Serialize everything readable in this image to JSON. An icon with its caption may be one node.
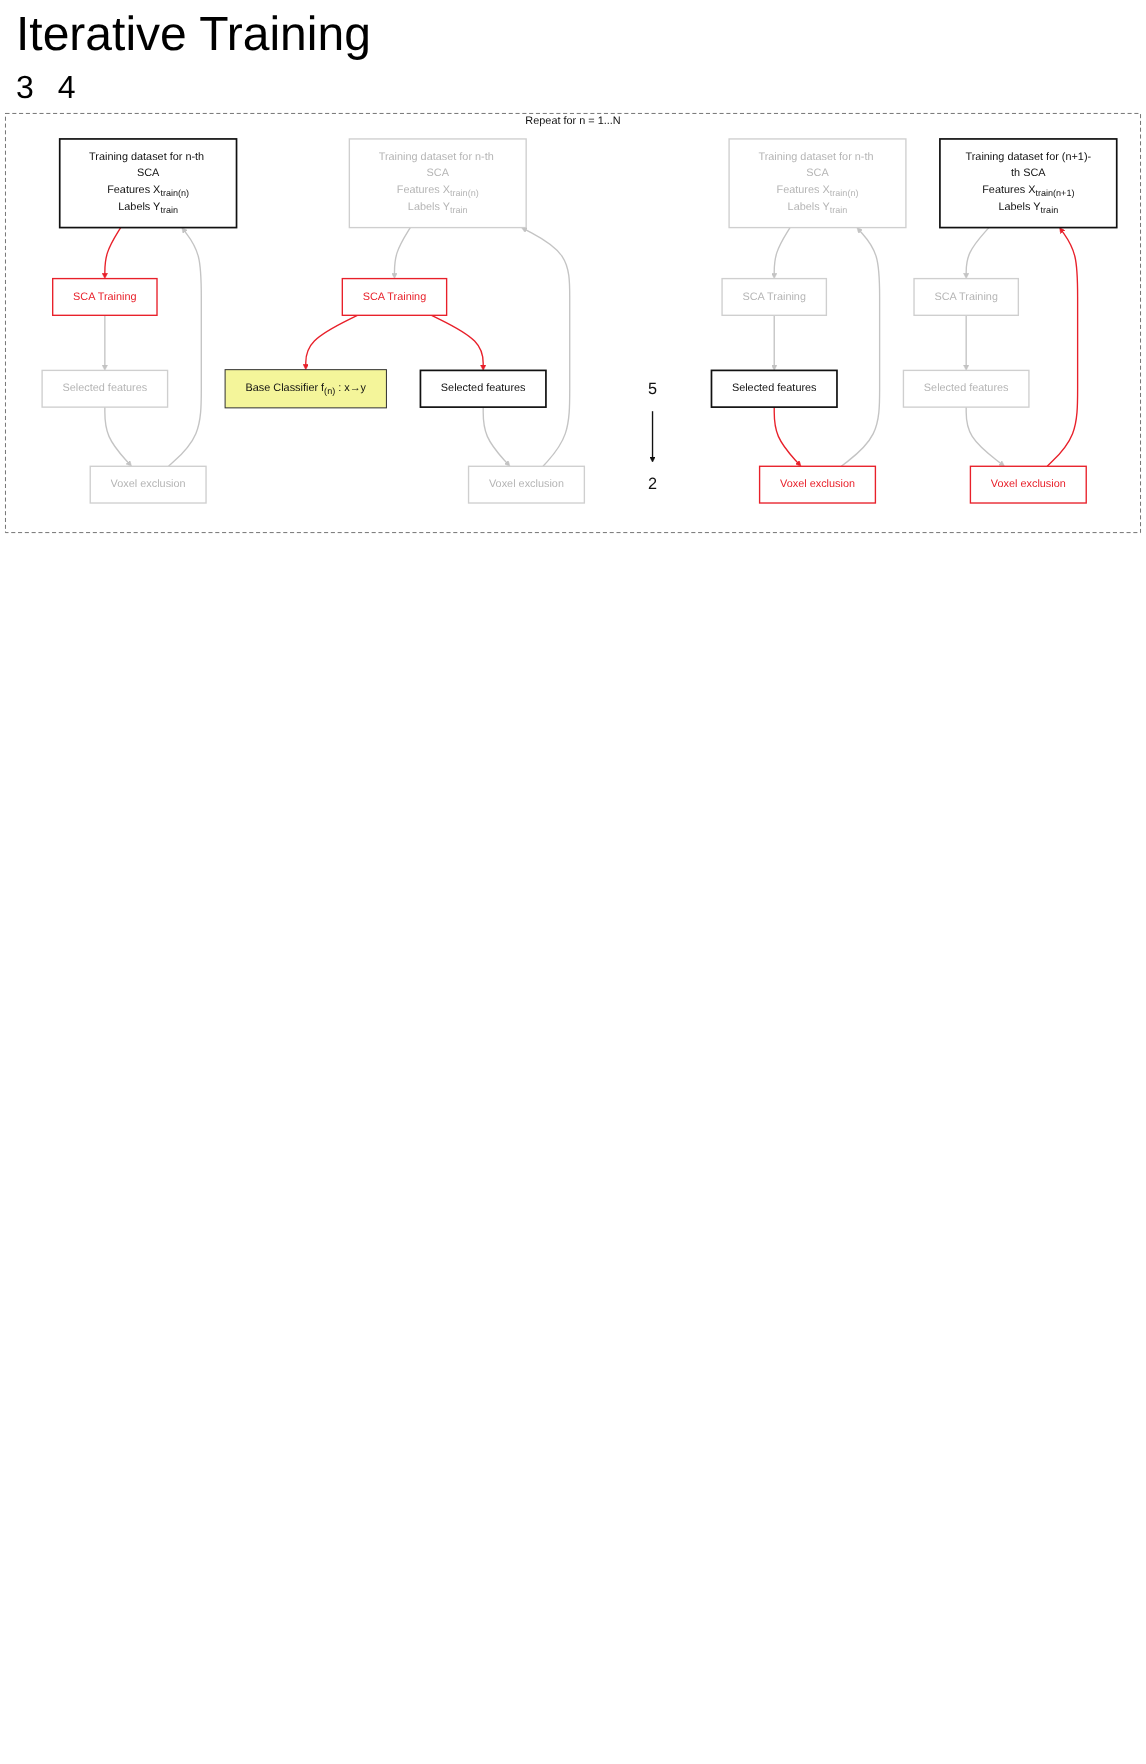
{
  "diagram": {
    "title": "Iterative Training",
    "nodes": [
      {
        "text": [
          "Repeat for n = 1...N"
        ]
      },
      {
        "text": [
          "2"
        ],
        "in": 0
      },
      {
        "text": [
          "Training dataset for n-th SCA",
          "Features X$_{train(n)}$",
          "Labels Y$_{train}$"
        ],
        "in": 0
      },
      {
        "text": [
          "SCA Training"
        ],
        "in": 0
      },
      {
        "text": [
          "Selected features"
        ],
        "in": 0
      },
      {
        "text": [
          "Voxel exclusion"
        ],
        "in": 0
      },
      {
        "text": [
          "Training dataset for n-th SCA",
          "Features X$_{train(n)}$",
          "Labels Y$_{train}$"
        ],
        "in": 0
      },
      {
        "text": [
          "Base Classifier f$_{(n)}$ : x→y"
        ],
        "in": 0
      },
      {
        "text": [
          "SCA Training"
        ],
        "in": 0
      },
      {
        "text": [
          "Selected features"
        ],
        "in": 0
      },
      {
        "text": [
          "Voxel exclusion"
        ],
        "in": 0
      },
      {
        "text": [
          "Training dataset for n-th SCA",
          "Features X$_{train(n)}$",
          "Labels Y$_{train}$"
        ],
        "in": 0
      },
      {
        "text": [
          "SCA Training"
        ],
        "in": 0
      },
      {
        "text": [
          "Selected features"
        ],
        "in": 0
      },
      {
        "text": [
          "Voxel exclusion"
        ],
        "in": 0
      },
      {
        "text": [
          "5"
        ],
        "in": 0
      },
      {
        "text": [
          "Training dataset for (n+1)-th SCA",
          "Features X$_{train(n+1)}$",
          "Labels Y$_{train}$"
        ],
        "in": 0
      },
      {
        "text": [
          "SCA Training"
        ],
        "in": 0
      },
      {
        "text": [
          "Selected features"
        ],
        "in": 0
      },
      {
        "text": [
          "Voxel exclusion"
        ],
        "in": 0
      }
    ],
    "edges": [
      {
        "from": 2,
        "to": 3,
        "arrow": "to",
        "color": "#e8202a"
      },
      {
        "from": 3,
        "to": 4,
        "arrow": "to"
      },
      {
        "from": 4,
        "to": 5,
        "arrow": "to"
      },
      {
        "from": 5,
        "to": 2,
        "arrow": "to"
      },
      {
        "from": 6,
        "to": 8,
        "arrow": "to"
      },
      {
        "from": 8,
        "to": 7,
        "arrow": "to",
        "color": "#e8202a"
      },
      {
        "from": 8,
        "to": 9,
        "arrow": "to",
        "color": "#e8202a"
      },
      {
        "from": 9,
        "to": 10,
        "arrow": "to"
      },
      {
        "from": 10,
        "to": 6,
        "arrow": "to"
      },
      {
        "from": 11,
        "to": 12,
        "arrow": "to"
      },
      {
        "from": 12,
        "to": 13,
        "arrow": "to"
      },
      {
        "from": 13,
        "to": 14,
        "arrow": "to",
        "color": "#e8202a"
      },
      {
        "from": 14,
        "to": 11,
        "arrow": "to"
      },
      {
        "from": 16,
        "to": 17,
        "arrow": "to"
      },
      {
        "from": 17,
        "to": 18,
        "arrow": "to"
      },
      {
        "from": 18,
        "to": 19,
        "arrow": "to"
      },
      {
        "from": 19,
        "to": 16,
        "arrow": "to",
        "color": "#e8202a"
      },
      {
        "from": 15,
        "to": 1,
        "arrow": "to",
        "color": "#111111"
      }
    ],
    "labels": [
      "3",
      "4"
    ]
  }
}
